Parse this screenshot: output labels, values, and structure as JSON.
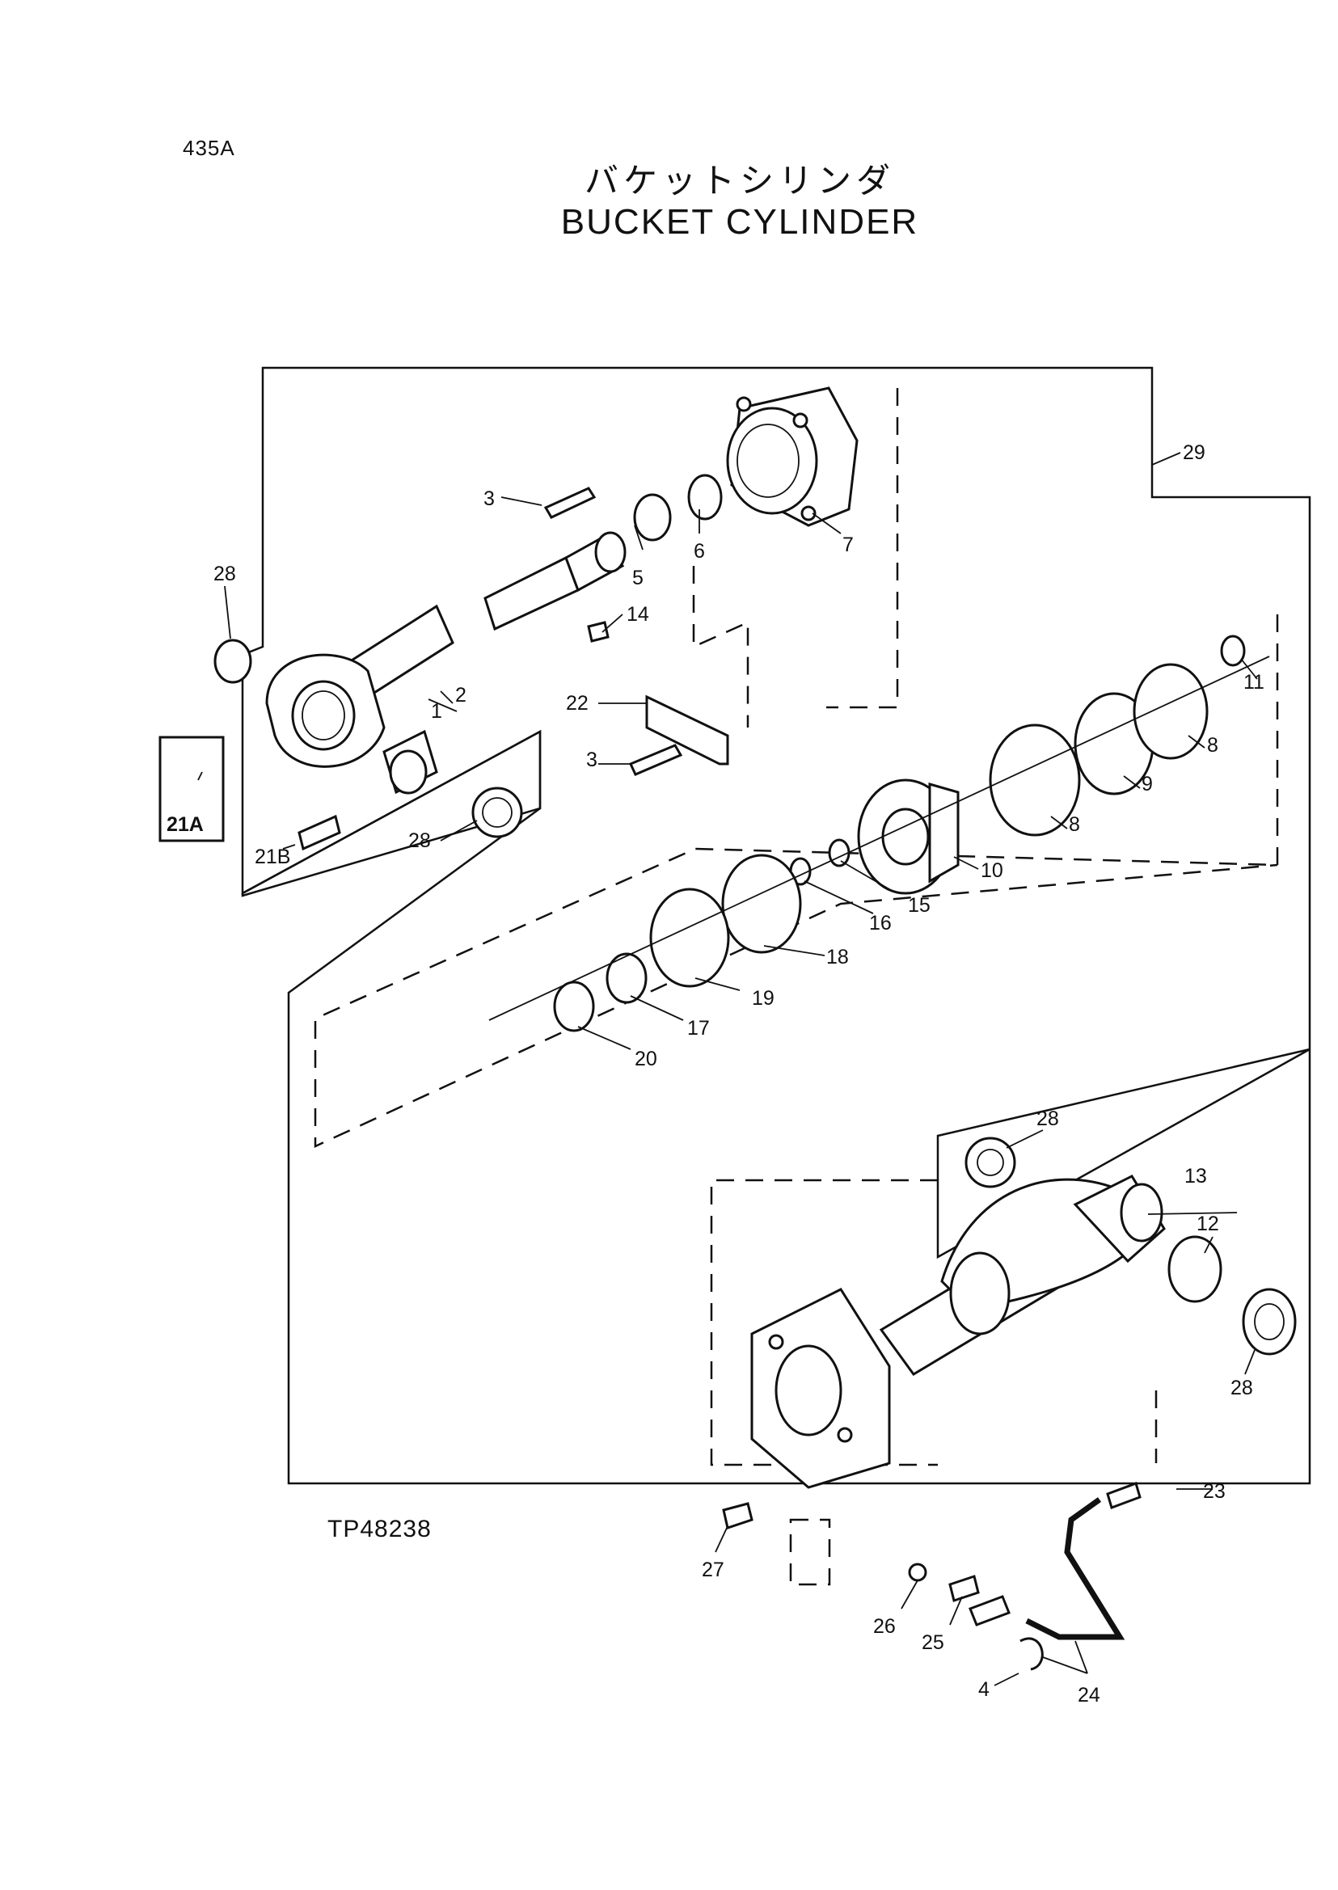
{
  "header": {
    "page_number": "435A",
    "title_jp": "バケットシリンダ",
    "title_en": "BUCKET CYLINDER"
  },
  "footer": {
    "drawing_number": "TP48238"
  },
  "callouts": {
    "c1": "1",
    "c2": "2",
    "c3a": "3",
    "c3b": "3",
    "c4": "4",
    "c5": "5",
    "c6": "6",
    "c7": "7",
    "c8a": "8",
    "c8b": "8",
    "c9": "9",
    "c10": "10",
    "c11": "11",
    "c12": "12",
    "c13": "13",
    "c14": "14",
    "c15": "15",
    "c16": "16",
    "c17": "17",
    "c18": "18",
    "c19": "19",
    "c20": "20",
    "c21a": "21A",
    "c21b": "21B",
    "c22": "22",
    "c23": "23",
    "c24": "24",
    "c25": "25",
    "c26": "26",
    "c27": "27",
    "c28a": "28",
    "c28b": "28",
    "c28c": "28",
    "c28d": "28",
    "c29": "29"
  }
}
